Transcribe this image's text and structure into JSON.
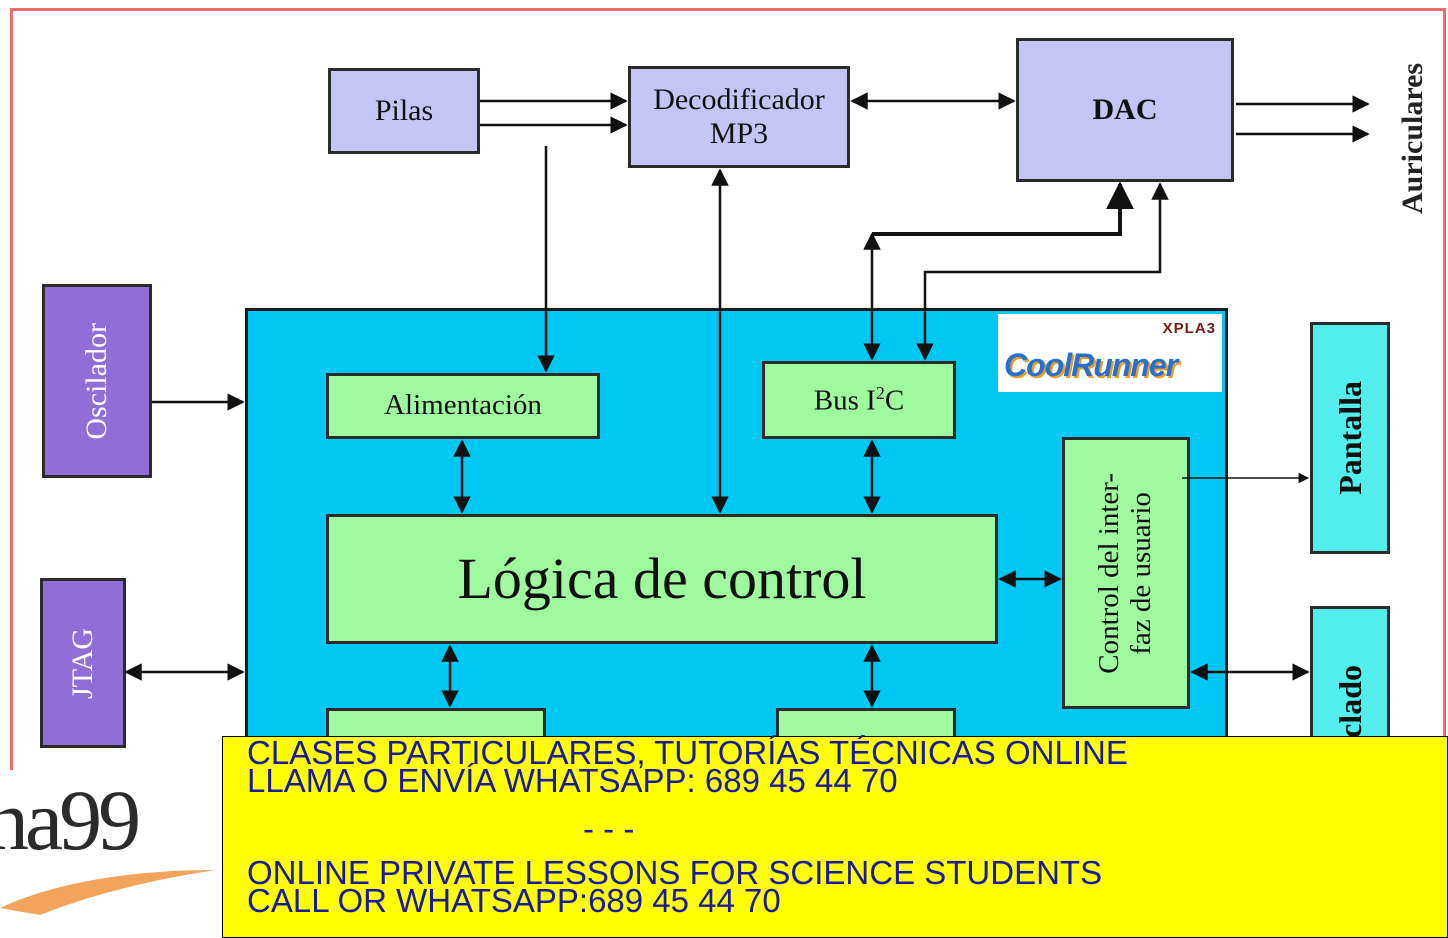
{
  "blocks": {
    "pilas": "Pilas",
    "decodificador_l1": "Decodificador",
    "decodificador_l2": "MP3",
    "dac": "DAC",
    "auriculares": "Auriculares",
    "oscilador": "Oscilador",
    "jtag": "JTAG",
    "alimentacion": "Alimentación",
    "bus_i2c": "Bus I",
    "bus_i2c_sup": "2",
    "bus_i2c_end": "C",
    "logica": "Lógica de control",
    "control_l1": "Control del inter-",
    "control_l2": "faz de usuario",
    "pantalla": "Pantalla",
    "teclado": "clado"
  },
  "logo": {
    "badge": "XPLA3",
    "brand": "CoolRunner"
  },
  "banner": {
    "line1": "CLASES PARTICULARES, TUTORÍAS TÉCNICAS ONLINE",
    "line2": "LLAMA O ENVÍA WHATSAPP: 689 45 44 70",
    "line3": "- - -",
    "line4": "ONLINE PRIVATE LESSONS FOR SCIENCE STUDENTS",
    "line5": "CALL OR WHATSAPP:689 45 44 70"
  },
  "watermark": "na99",
  "colors": {
    "cpld": "#00c8f4",
    "block_green": "#9ffa9f",
    "block_lavender": "#c4c4f5",
    "block_purple": "#8f6ed8",
    "block_cyan": "#52eeee",
    "banner": "#ffff00"
  }
}
